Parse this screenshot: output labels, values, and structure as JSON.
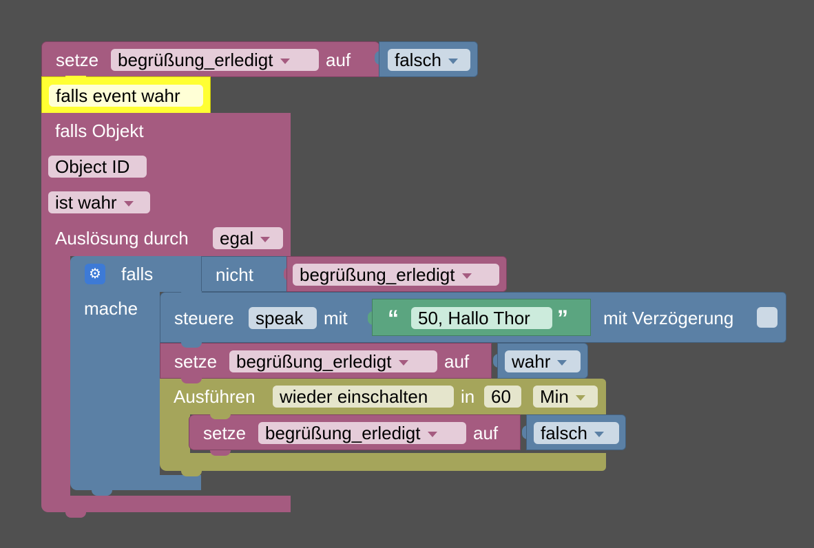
{
  "workspace": {
    "background_color": "#505050",
    "colors": {
      "variables": "#a55b80",
      "logic": "#5b80a5",
      "text": "#5ba580",
      "timeouts": "#a5a55b",
      "trigger_highlight": "#ffff33"
    }
  },
  "set_block_1": {
    "label_set": "setze",
    "variable": "begrüßung_erledigt",
    "label_to": "auf",
    "value": "falsch"
  },
  "trigger_block": {
    "label": "falls event wahr"
  },
  "on_object_block": {
    "title": "falls Objekt",
    "object_id": "Object ID",
    "condition": "ist wahr",
    "trigger_label": "Auslösung durch",
    "trigger_value": "egal"
  },
  "if_block": {
    "gear_icon": "gear-icon",
    "label_if": "falls",
    "label_do": "mache",
    "not_label": "nicht",
    "variable": "begrüßung_erledigt"
  },
  "control_block": {
    "label_control": "steuere",
    "device": "speak",
    "label_with": "mit",
    "text_value": "50, Hallo Thor",
    "label_delay": "mit Verzögerung"
  },
  "set_block_2": {
    "label_set": "setze",
    "variable": "begrüßung_erledigt",
    "label_to": "auf",
    "value": "wahr"
  },
  "timeout_block": {
    "label_run": "Ausführen",
    "name": "wieder einschalten",
    "label_in": "in",
    "delay": "60",
    "unit": "Min"
  },
  "set_block_3": {
    "label_set": "setze",
    "variable": "begrüßung_erledigt",
    "label_to": "auf",
    "value": "falsch"
  }
}
